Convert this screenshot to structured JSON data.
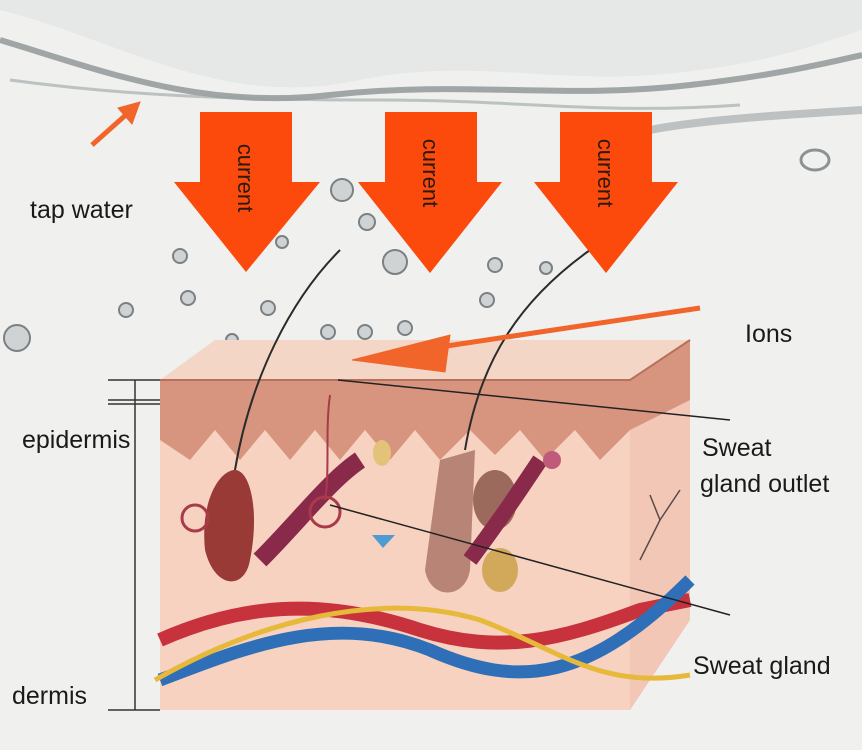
{
  "labels": {
    "tap_water": "tap water",
    "ions": "Ions",
    "epidermis": "epidermis",
    "dermis": "dermis",
    "sweat_gland_outlet_line1": "Sweat",
    "sweat_gland_outlet_line2": "gland outlet",
    "sweat_gland": "Sweat gland"
  },
  "arrows": [
    {
      "label": "current"
    },
    {
      "label": "current"
    },
    {
      "label": "current"
    }
  ],
  "colors": {
    "current_arrow": "#fb4a0c",
    "pointer_arrow": "#f2652a",
    "skin": "#f6cdb8",
    "epidermis": "#d9957f",
    "artery": "#c8323c",
    "vein": "#2f6fb8",
    "nerve": "#e7b93a"
  }
}
